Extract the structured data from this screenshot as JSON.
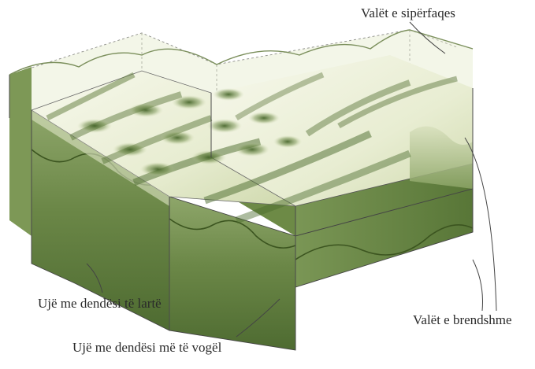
{
  "labels": {
    "surface_waves": "Valët e sipërfaqes",
    "internal_waves": "Valët e brendshme",
    "dense_water": "Ujë me dendësi të lartë",
    "less_dense_water": "Ujë me dendësi më të vogël"
  },
  "colors": {
    "upper_layer": "#eef1dc",
    "lower_layer": "#6f8c48",
    "side_dark": "#4e6b31",
    "crest_shadow": "#4a6a2c",
    "outline": "#555555",
    "text": "#2a2a2a"
  }
}
